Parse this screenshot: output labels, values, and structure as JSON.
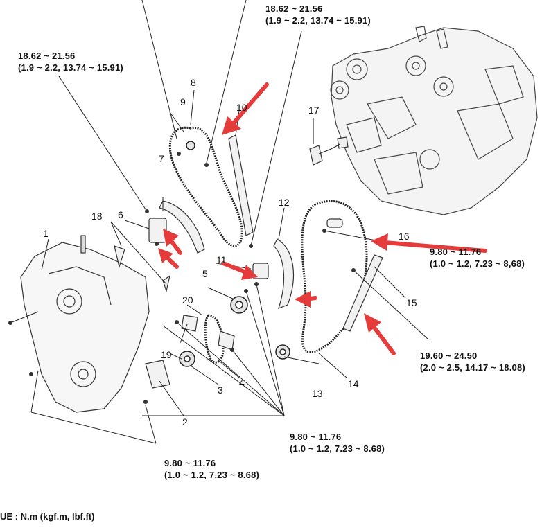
{
  "torque_labels": [
    {
      "id": "top-right",
      "line1": "18.62 ~ 21.56",
      "line2": "(1.9 ~ 2.2, 13.74 ~ 15.91)"
    },
    {
      "id": "top-left",
      "line1": "18.62 ~ 21.56",
      "line2": "(1.9 ~ 2.2, 13.74 ~ 15.91)"
    },
    {
      "id": "mid-right",
      "line1": "9.80 ~ 11.76",
      "line2": "(1.0 ~ 1.2, 7.23 ~ 8,68)"
    },
    {
      "id": "lower-right",
      "line1": "19.60 ~ 24.50",
      "line2": "(2.0 ~ 2.5, 14.17 ~ 18.08)"
    },
    {
      "id": "bottom-center",
      "line1": "9.80 ~ 11.76",
      "line2": "(1.0 ~ 1.2, 7.23 ~ 8.68)"
    },
    {
      "id": "bottom-left",
      "line1": "9.80 ~ 11.76",
      "line2": "(1.0 ~ 1.2, 7.23 ~ 8.68)"
    }
  ],
  "part_numbers": [
    "1",
    "2",
    "3",
    "4",
    "5",
    "6",
    "7",
    "8",
    "9",
    "10",
    "11",
    "12",
    "13",
    "14",
    "15",
    "16",
    "17",
    "18",
    "19",
    "20"
  ],
  "unit_note": "UE : N.m (kgf.m, lbf.ft)",
  "colors": {
    "arrow": "#e53b3b",
    "line": "#222222"
  }
}
